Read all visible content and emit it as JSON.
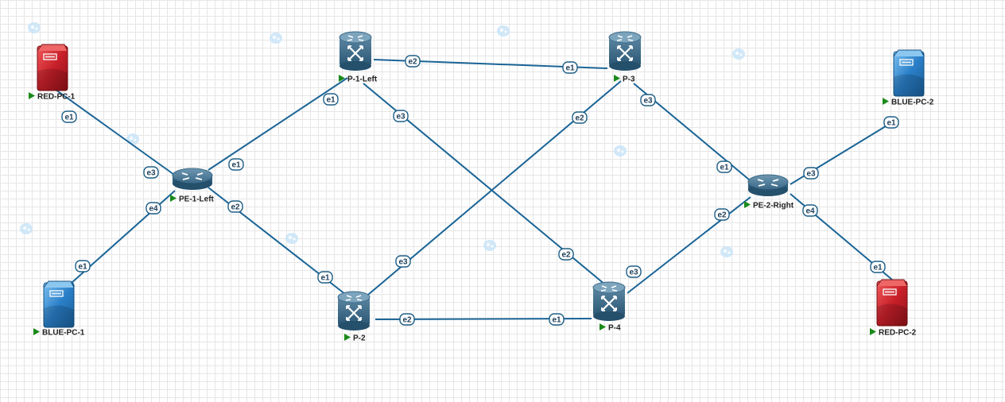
{
  "nodes": [
    {
      "id": "red_pc_1",
      "label": "RED-PC-1",
      "kind": "pc",
      "color": "red"
    },
    {
      "id": "blue_pc_1",
      "label": "BLUE-PC-1",
      "kind": "pc",
      "color": "blue"
    },
    {
      "id": "pe_1_left",
      "label": "PE-1-Left",
      "kind": "router"
    },
    {
      "id": "p_1_left",
      "label": "P-1-Left",
      "kind": "switch"
    },
    {
      "id": "p_2",
      "label": "P-2",
      "kind": "switch"
    },
    {
      "id": "p_3",
      "label": "P-3",
      "kind": "switch"
    },
    {
      "id": "p_4",
      "label": "P-4",
      "kind": "switch"
    },
    {
      "id": "pe_2_right",
      "label": "PE-2-Right",
      "kind": "router"
    },
    {
      "id": "blue_pc_2",
      "label": "BLUE-PC-2",
      "kind": "pc",
      "color": "blue"
    },
    {
      "id": "red_pc_2",
      "label": "RED-PC-2",
      "kind": "pc",
      "color": "red"
    }
  ],
  "links": [
    {
      "from": "red_pc_1",
      "from_if": "e1",
      "to": "pe_1_left",
      "to_if": "e3"
    },
    {
      "from": "blue_pc_1",
      "from_if": "e1",
      "to": "pe_1_left",
      "to_if": "e4"
    },
    {
      "from": "pe_1_left",
      "from_if": "e1",
      "to": "p_1_left",
      "to_if": "e1"
    },
    {
      "from": "pe_1_left",
      "from_if": "e2",
      "to": "p_2",
      "to_if": "e1"
    },
    {
      "from": "p_1_left",
      "from_if": "e2",
      "to": "p_3",
      "to_if": "e1"
    },
    {
      "from": "p_1_left",
      "from_if": "e3",
      "to": "p_4",
      "to_if": "e2"
    },
    {
      "from": "p_2",
      "from_if": "e2",
      "to": "p_4",
      "to_if": "e1"
    },
    {
      "from": "p_2",
      "from_if": "e3",
      "to": "p_3",
      "to_if": "e2"
    },
    {
      "from": "p_3",
      "from_if": "e3",
      "to": "pe_2_right",
      "to_if": "e1"
    },
    {
      "from": "p_4",
      "from_if": "e3",
      "to": "pe_2_right",
      "to_if": "e2"
    },
    {
      "from": "pe_2_right",
      "from_if": "e3",
      "to": "blue_pc_2",
      "to_if": "e1"
    },
    {
      "from": "pe_2_right",
      "from_if": "e4",
      "to": "red_pc_2",
      "to_if": "e1"
    }
  ],
  "colors": {
    "link": "#1a6496",
    "router": "#2e5f7e",
    "pc_red": "#c8202a",
    "pc_blue": "#2a7fc8",
    "status": "#1a8a1a"
  },
  "icons": {
    "router": "router-icon",
    "switch": "layer3-switch-icon",
    "pc": "pc-tower-icon",
    "status": "play-status-icon"
  }
}
